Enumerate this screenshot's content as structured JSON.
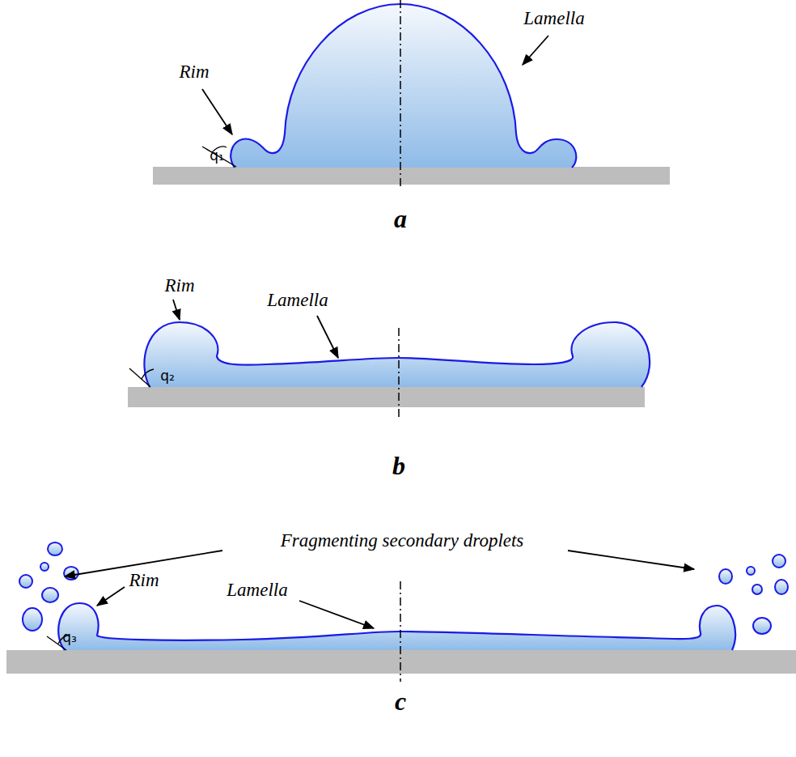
{
  "diagram": {
    "labels": [
      "Rim",
      "Lamella",
      "q₁",
      "a",
      "Rim",
      "Lamella",
      "q₂",
      "b",
      "Fragmenting secondary droplets",
      "Rim",
      "Lamella",
      "q₃",
      "c"
    ]
  }
}
